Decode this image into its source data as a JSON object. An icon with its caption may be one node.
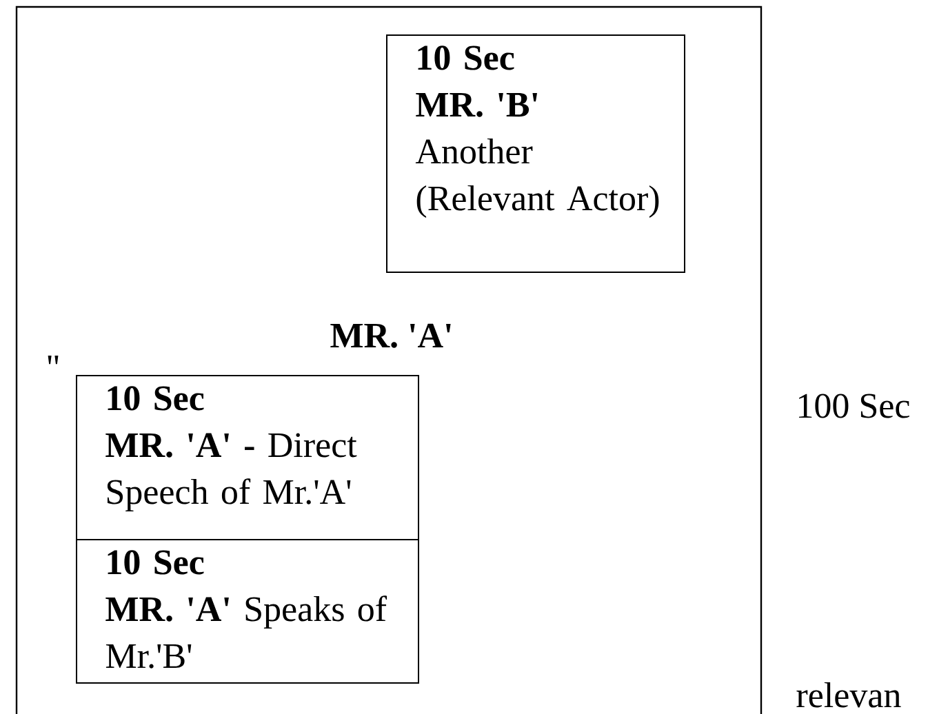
{
  "diagram": {
    "nodes": [
      {
        "text": [
          "MR. 'A'"
        ]
      },
      {
        "text": [
          "10 Sec",
          "MR. 'B'",
          "Another (Relevant Actor)"
        ],
        "in": 0
      },
      {
        "text": [
          "10 Sec",
          "**MR. 'A' -** Direct Speech of Mr.'A'"
        ],
        "in": 0
      },
      {
        "text": [
          "10 Sec",
          "**MR. 'A'** Speaks of Mr.'B'"
        ],
        "in": 0
      }
    ],
    "labels": [
      "\"",
      "100 Sec",
      "relevan"
    ]
  }
}
